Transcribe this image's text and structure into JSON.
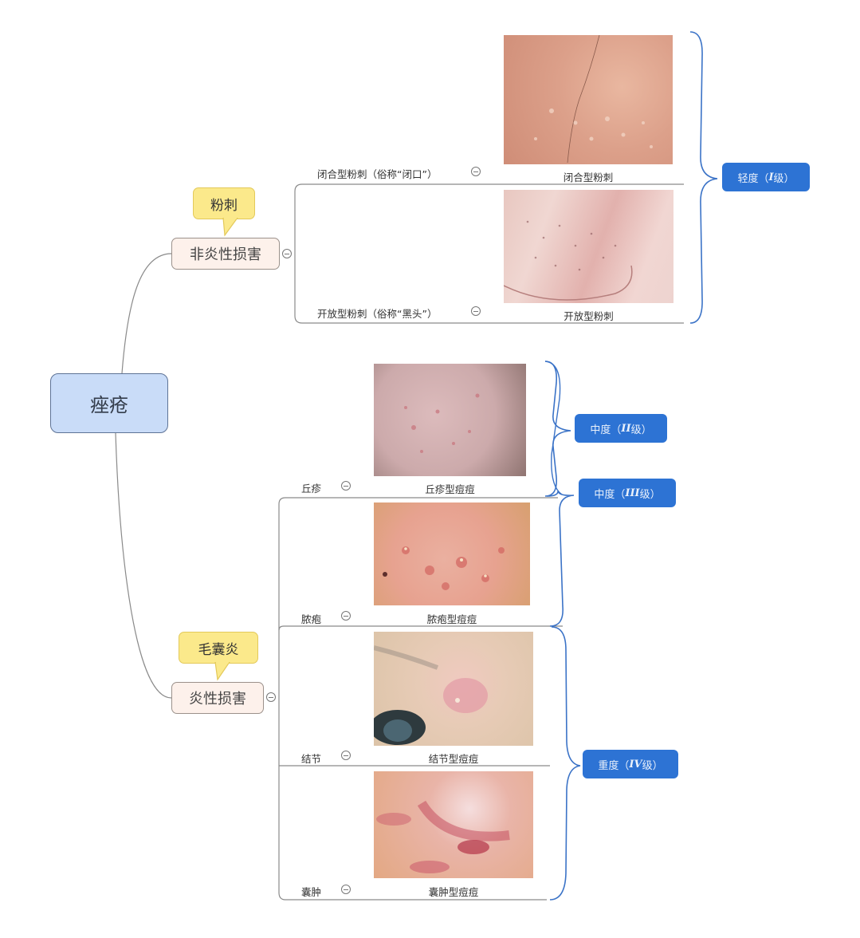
{
  "root": {
    "label": "痤疮",
    "color": "#c9dcf8"
  },
  "branches": [
    {
      "label": "非炎性损害",
      "callout": "粉刺",
      "children": [
        {
          "label": "闭合型粉刺（俗称“闭口”）",
          "image_caption": "闭合型粉刺",
          "image": "closed-comedone-skin-photo"
        },
        {
          "label": "开放型粉刺（俗称“黑头”）",
          "image_caption": "开放型粉刺",
          "image": "open-comedone-nose-photo"
        }
      ]
    },
    {
      "label": "炎性损害",
      "callout": "毛囊炎",
      "children": [
        {
          "label": "丘疹",
          "image_caption": "丘疹型痘痘",
          "image": "papule-acne-photo"
        },
        {
          "label": "脓疱",
          "image_caption": "脓疱型痘痘",
          "image": "pustule-acne-photo"
        },
        {
          "label": "结节",
          "image_caption": "结节型痘痘",
          "image": "nodule-acne-photo"
        },
        {
          "label": "囊肿",
          "image_caption": "囊肿型痘痘",
          "image": "cyst-acne-photo"
        }
      ]
    }
  ],
  "grades": [
    {
      "prefix": "轻度（",
      "level": "I",
      "suffix": "级）"
    },
    {
      "prefix": "中度（",
      "level": "II",
      "suffix": "级）"
    },
    {
      "prefix": "中度（",
      "level": "III",
      "suffix": "级）"
    },
    {
      "prefix": "重度（",
      "level": "IV",
      "suffix": "级）"
    }
  ],
  "colors": {
    "grade_box": "#2d73d4",
    "bracket": "#3b73c7",
    "connector": "#8a8a8a",
    "callout": "#fbe98b",
    "branch_node": "#fdf1eb"
  }
}
